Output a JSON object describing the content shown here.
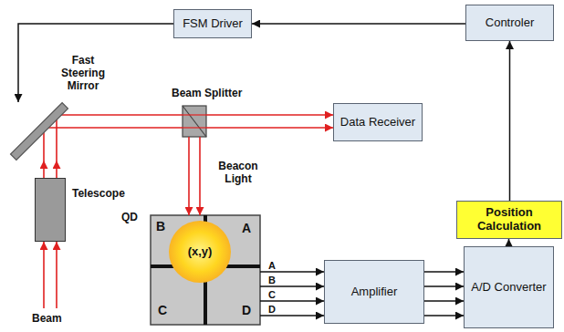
{
  "diagram": {
    "nodes": [
      {
        "text": [
          "FSM Driver"
        ]
      },
      {
        "text": [
          "Controler"
        ]
      },
      {
        "text": [
          "Fast Steering Mirror"
        ]
      },
      {
        "text": [
          "Beam Splitter"
        ]
      },
      {
        "text": [
          "Data Receiver"
        ]
      },
      {
        "text": [
          "Position Calculation"
        ]
      },
      {
        "text": [
          "Telescope"
        ]
      },
      {
        "text": [
          "QD"
        ]
      },
      {
        "text": [
          "(x,y)"
        ],
        "in": 7
      },
      {
        "text": [
          "Amplifier"
        ]
      },
      {
        "text": [
          "A/D Converter"
        ]
      }
    ],
    "edges": [
      {
        "from": 1,
        "to": 0,
        "arrow": "to"
      },
      {
        "from": 0,
        "to": 2,
        "arrow": "to"
      },
      {
        "from": 5,
        "to": 1,
        "arrow": "to"
      },
      {
        "from": 10,
        "to": 5,
        "arrow": "to"
      },
      {
        "from": 7,
        "to": 9,
        "label": "A",
        "arrow": "to"
      },
      {
        "from": 7,
        "to": 9,
        "label": "B",
        "arrow": "to"
      },
      {
        "from": 7,
        "to": 9,
        "label": "C",
        "arrow": "to"
      },
      {
        "from": 7,
        "to": 9,
        "label": "D",
        "arrow": "to"
      },
      {
        "from": 9,
        "to": 10,
        "arrow": "to"
      },
      {
        "from": 9,
        "to": 10,
        "arrow": "to"
      },
      {
        "from": 9,
        "to": 10,
        "arrow": "to"
      },
      {
        "from": 9,
        "to": 10,
        "arrow": "to"
      },
      {
        "from": 6,
        "to": 2,
        "arrow": "to"
      },
      {
        "from": 2,
        "to": 3,
        "arrow": "none"
      },
      {
        "from": 3,
        "to": 4,
        "arrow": "to"
      },
      {
        "from": 3,
        "to": 7,
        "arrow": "to"
      }
    ],
    "labels": [
      "B",
      "A",
      "C",
      "D",
      "Beacon Light",
      "Beam"
    ]
  }
}
